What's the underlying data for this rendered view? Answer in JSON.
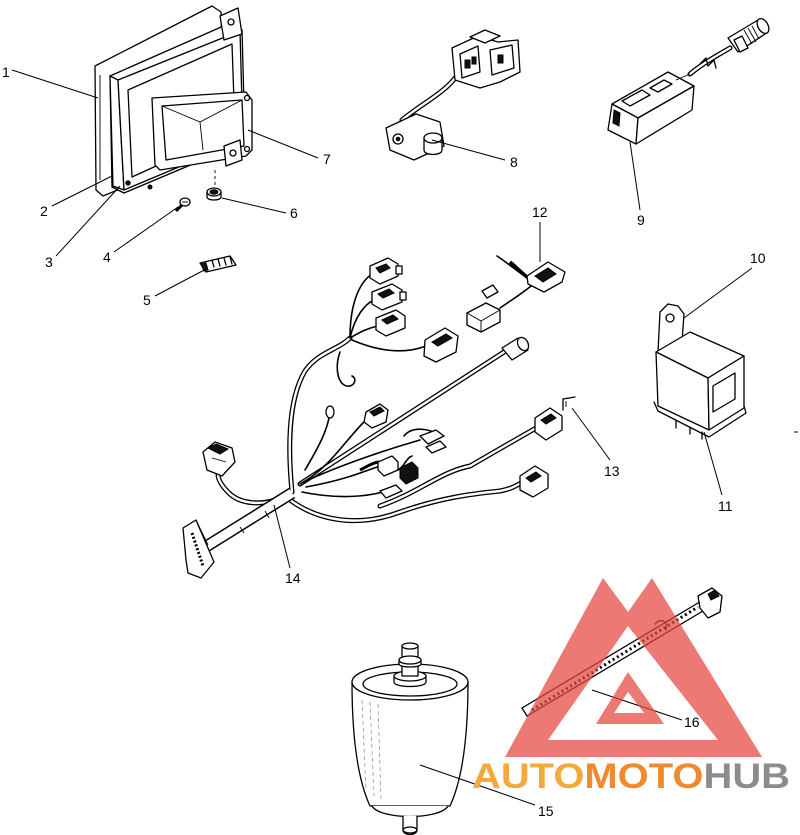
{
  "callouts": [
    "1",
    "2",
    "3",
    "4",
    "5",
    "6",
    "7",
    "8",
    "9",
    "10",
    "11",
    "12",
    "13",
    "14",
    "15",
    "16"
  ],
  "watermark": {
    "auto": "AUTO",
    "moto": "MOTO",
    "hub": "HUB",
    "logo_icon": "red-triangle-mountain-logo"
  },
  "colors": {
    "line": "#000000",
    "background": "#ffffff",
    "watermark_logo": "#e4453e",
    "watermark_auto": "#f4a93c",
    "watermark_moto": "#f08a2e",
    "watermark_hub": "#8c8c8c"
  }
}
